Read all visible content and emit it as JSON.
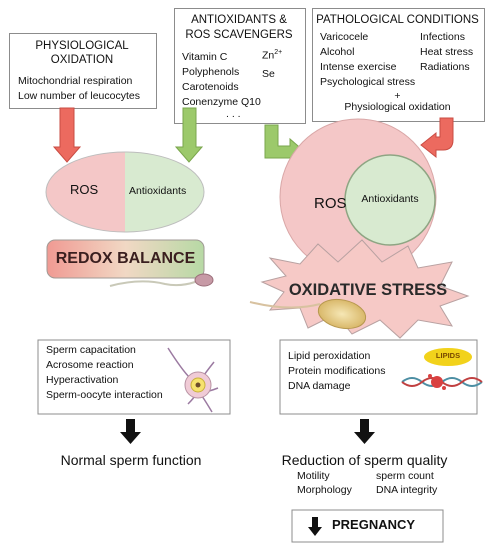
{
  "colors": {
    "ros": "#f4c7c7",
    "antioxidants": "#d8ead0",
    "arrow_red": "#ec6a5f",
    "arrow_green": "#9cc96b",
    "stress_star": "#f6c9c6",
    "lipids_badge": "#f2d21b"
  },
  "physiological": {
    "title_line1": "PHYSIOLOGICAL",
    "title_line2": "OXIDATION",
    "items": [
      "Mitochondrial respiration",
      "Low number of leucocytes"
    ]
  },
  "antioxidants": {
    "title_line1": "ANTIOXIDANTS &",
    "title_line2": "ROS SCAVENGERS",
    "items_left": [
      "Vitamin C",
      "Polyphenols",
      "Carotenoids",
      "Conenzyme Q10"
    ],
    "zn": "Zn",
    "zn_sup": "2+",
    "se": "Se",
    "ellipsis": ". . ."
  },
  "pathological": {
    "title": "PATHOLOGICAL CONDITIONS",
    "items_left": [
      "Varicocele",
      "Alcohol",
      "Intense exercise",
      "Psychological stress"
    ],
    "items_right": [
      "Infections",
      "Heat stress",
      "Radiations"
    ],
    "plus": "+",
    "extra": "Physiological oxidation"
  },
  "balance": {
    "ros_label": "ROS",
    "antioxidants_label": "Antioxidants",
    "banner": "REDOX BALANCE"
  },
  "stress": {
    "ros_label": "ROS",
    "antioxidants_label": "Antioxidants",
    "banner": "OXIDATIVE STRESS"
  },
  "normal_box": {
    "items": [
      "Sperm capacitation",
      "Acrosome reaction",
      "Hyperactivation",
      "Sperm-oocyte interaction"
    ]
  },
  "damage_box": {
    "items": [
      "Lipid peroxidation",
      "Protein modifications",
      "DNA damage"
    ],
    "lipids_badge": "LIPIDS"
  },
  "outcomes": {
    "normal": "Normal sperm function",
    "reduction": "Reduction of sperm quality",
    "params_left": [
      "Motility",
      "Morphology"
    ],
    "params_right": [
      "sperm count",
      "DNA integrity"
    ],
    "pregnancy": "PREGNANCY"
  }
}
